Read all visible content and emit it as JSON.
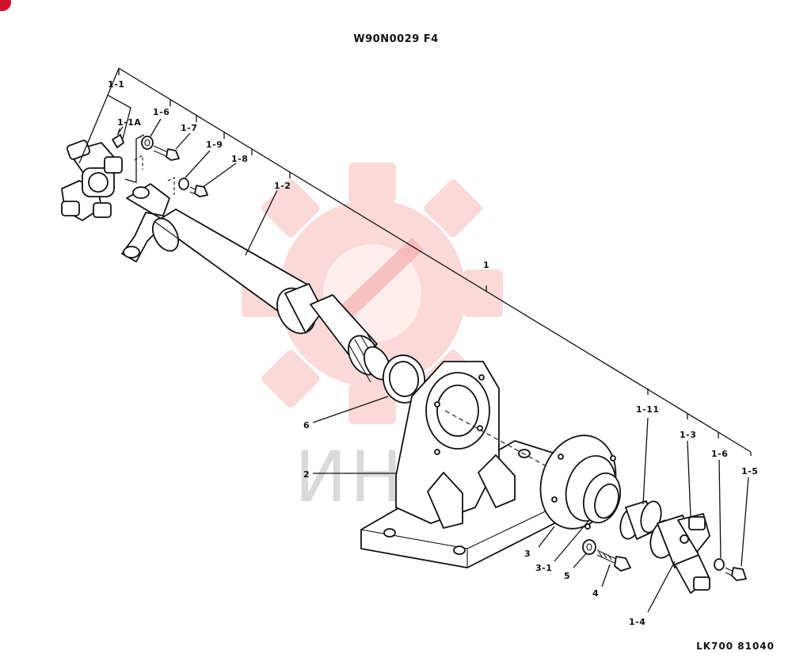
{
  "header": {
    "code": "W90N0029 F4"
  },
  "footer": {
    "code": "LK700 81040"
  },
  "watermark": {
    "text": "ИНТЕХ",
    "color": "#f27a7a"
  },
  "accent_color": "#d0102a",
  "callouts": {
    "c1_1": "1-1",
    "c1_1a": "1-1A",
    "c1_6a": "1-6",
    "c1_7": "1-7",
    "c1_9": "1-9",
    "c1_8": "1-8",
    "c1_2": "1-2",
    "c1": "1",
    "c6": "6",
    "c2": "2",
    "c1_11": "1-11",
    "c1_3": "1-3",
    "c1_6b": "1-6",
    "c1_5": "1-5",
    "c3": "3",
    "c3_1": "3-1",
    "c5": "5",
    "c4": "4",
    "c1_4": "1-4"
  }
}
